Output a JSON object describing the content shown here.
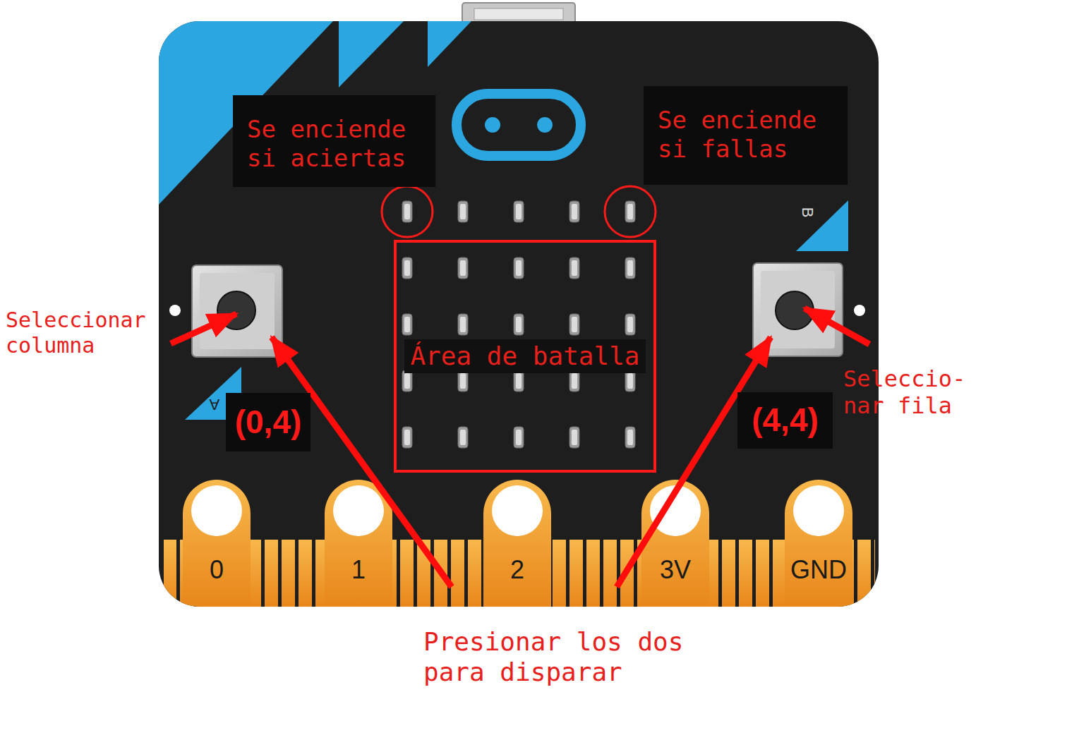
{
  "diagram": {
    "nodes": [
      {
        "text": [
          "Se enciende si aciertas"
        ]
      },
      {
        "text": [
          "Se enciende si fallas"
        ]
      },
      {
        "text": [
          "Área de batalla"
        ]
      },
      {
        "text": [
          "(0,4)"
        ]
      },
      {
        "text": [
          "(4,4)"
        ]
      }
    ],
    "labels": [
      "Seleccionar columna",
      "Seleccio- nar fila",
      "Presionar los dos para disparar",
      "A",
      "B",
      "0",
      "1",
      "2",
      "3V",
      "GND"
    ]
  }
}
